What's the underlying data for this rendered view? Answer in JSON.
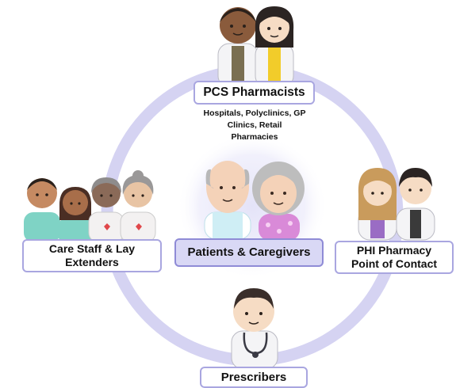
{
  "nodes": {
    "top": {
      "label": "PCS Pharmacists",
      "sublabel": "Hospitals, Polyclinics, GP Clinics, Retail Pharmacies"
    },
    "left": {
      "label": "Care Staff & Lay Extenders"
    },
    "center": {
      "label": "Patients & Caregivers"
    },
    "right": {
      "label": "PHI Pharmacy Point of Contact"
    },
    "bottom": {
      "label": "Prescribers"
    }
  },
  "colors": {
    "ring": "#d5d3f2",
    "box_border": "#a9a6e0",
    "center_fill": "#d9d8f5",
    "glow": "#e4e3f8"
  },
  "icons": {
    "top": [
      "pharmacist-man-icon",
      "pharmacist-woman-icon"
    ],
    "left": [
      "care-staff-man-icon",
      "care-staff-woman-icon",
      "elderly-carer-icon",
      "elderly-carer-icon"
    ],
    "center": [
      "elderly-man-icon",
      "elderly-woman-icon"
    ],
    "right": [
      "pharmacist-woman-icon",
      "pharmacist-man-icon"
    ],
    "bottom": [
      "doctor-icon"
    ]
  }
}
